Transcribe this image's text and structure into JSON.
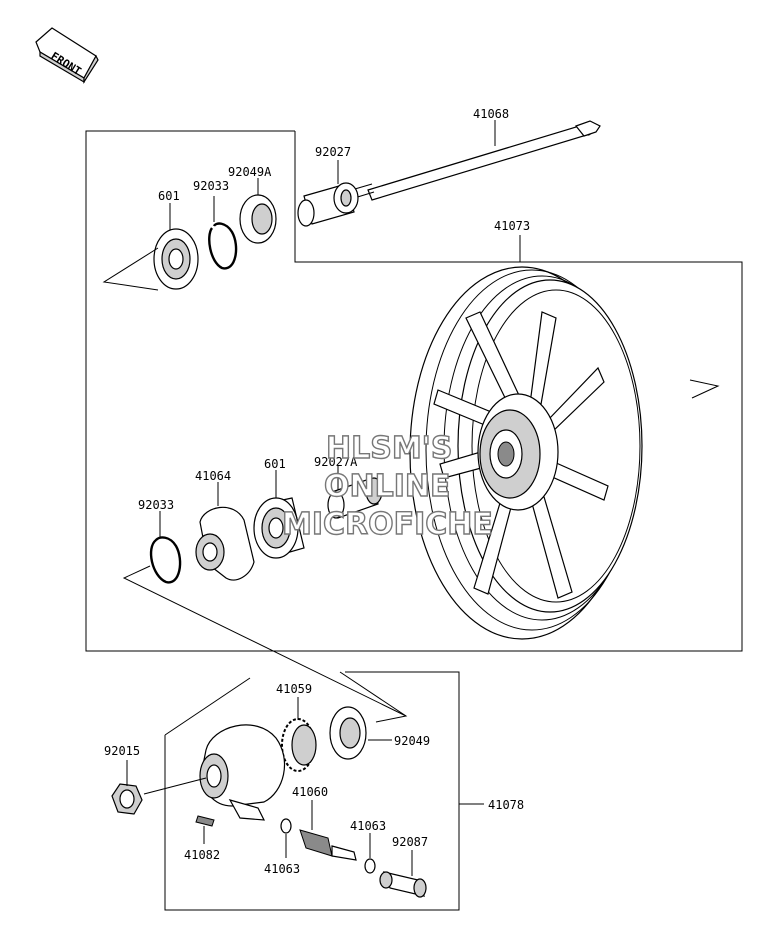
{
  "front_label": "FRONT",
  "parts": {
    "p41068": "41068",
    "p92027": "92027",
    "p92049A": "92049A",
    "p92033_top": "92033",
    "p601_top": "601",
    "p41073": "41073",
    "p41064": "41064",
    "p601_mid": "601",
    "p92027A": "92027A",
    "p92033_mid": "92033",
    "p41059": "41059",
    "p92049": "92049",
    "p92015": "92015",
    "p41060": "41060",
    "p41063_a": "41063",
    "p92087": "92087",
    "p41078": "41078",
    "p41082": "41082",
    "p41063_b": "41063"
  },
  "watermark": {
    "line1": "HLSM'S",
    "line2": "ONLINE",
    "line3": "MICROFICHE"
  }
}
